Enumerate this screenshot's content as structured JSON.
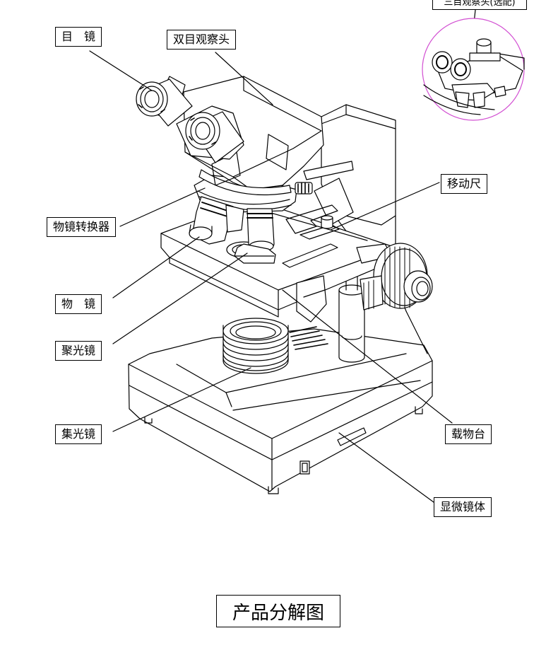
{
  "labels": {
    "eyepiece": "目　镜",
    "binocular_head": "双目观察头",
    "nosepiece": "物镜转换器",
    "objective": "物　镜",
    "condenser": "聚光镜",
    "collector": "集光镜",
    "mechanical_stage": "移动尺",
    "stage": "载物台",
    "body": "显微镜体",
    "inset": "三目观察头(选配)"
  },
  "caption": "产品分解图"
}
